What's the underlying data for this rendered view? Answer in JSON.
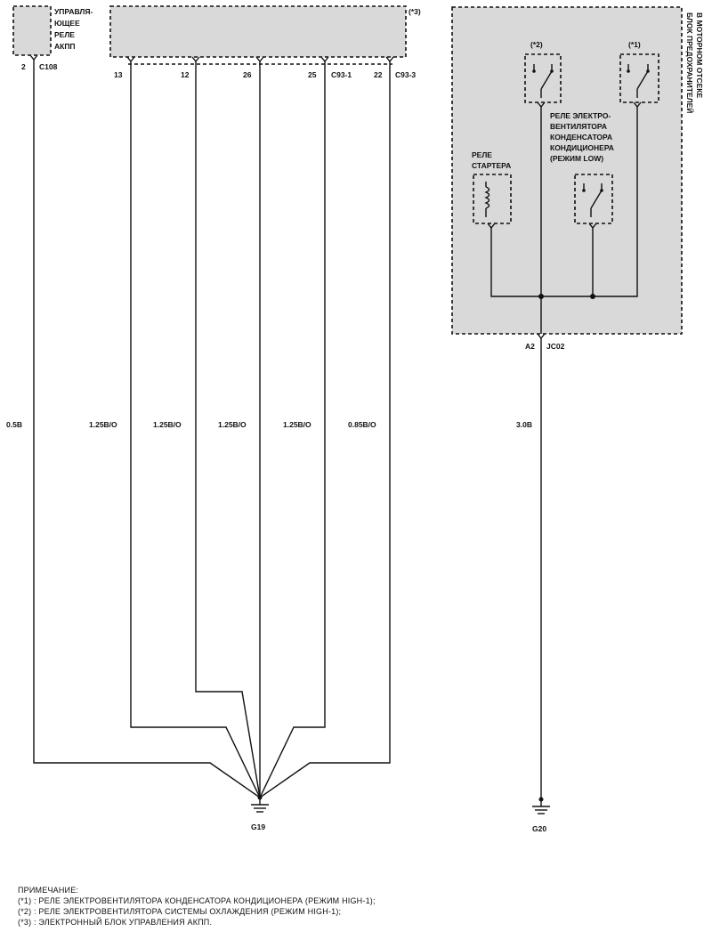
{
  "components": {
    "tcm_relay": {
      "lines": [
        "УПРАВЛЯ-",
        "ЮЩЕЕ",
        "РЕЛЕ",
        "АКПП"
      ],
      "pin": "2",
      "connector": "C108"
    },
    "ecu": {
      "note_ref": "(*3)",
      "pins": [
        "13",
        "12",
        "26",
        "25",
        "22"
      ],
      "connector_1": "C93-1",
      "connector_3": "C93-3"
    },
    "fuse_box": {
      "lines": [
        "БЛОК ПРЕДОХРАНИТЕЛЕЙ",
        "В МОТОРНОМ ОТСЕКЕ"
      ],
      "relay_ref_2": "(*2)",
      "relay_ref_1": "(*1)",
      "fan_relay_low_lines": [
        "РЕЛЕ ЭЛЕКТРО-",
        "ВЕНТИЛЯТОРА",
        "КОНДЕНСАТОРА",
        "КОНДИЦИОНЕРА",
        "(РЕЖИМ LOW)"
      ],
      "starter_relay_lines": [
        "РЕЛЕ",
        "СТАРТЕРА"
      ],
      "pin": "A2",
      "connector": "JC02"
    }
  },
  "wires": [
    "0.5B",
    "1.25B/O",
    "1.25B/O",
    "1.25B/O",
    "1.25B/O",
    "0.85B/O",
    "3.0B"
  ],
  "grounds": [
    "G19",
    "G20"
  ],
  "notes": {
    "title": "ПРИМЕЧАНИЕ:",
    "items": [
      "(*1) : РЕЛЕ ЭЛЕКТРОВЕНТИЛЯТОРА КОНДЕНСАТОРА КОНДИЦИОНЕРА (РЕЖИМ HIGH-1);",
      "(*2) : РЕЛЕ ЭЛЕКТРОВЕНТИЛЯТОРА СИСТЕМЫ ОХЛАЖДЕНИЯ (РЕЖИМ HIGH-1);",
      "(*3) : ЭЛЕКТРОННЫЙ БЛОК УПРАВЛЕНИЯ АКПП."
    ]
  }
}
